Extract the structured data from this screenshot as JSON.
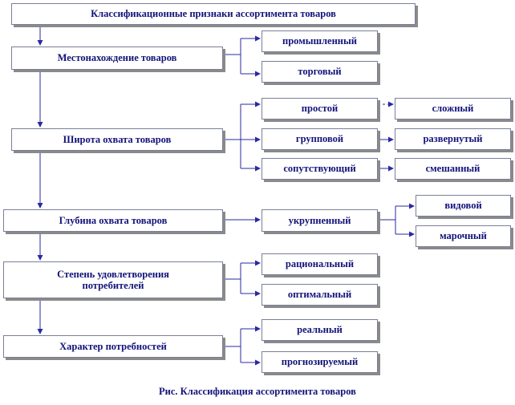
{
  "title": "Классификационные признаки ассортимента товаров",
  "groups": {
    "location": {
      "label": "Местонахождение товаров",
      "items": [
        "промышленный",
        "торговый"
      ]
    },
    "breadth": {
      "label": "Широта охвата товаров",
      "items": [
        "простой",
        "групповой",
        "сопутствующий"
      ],
      "sub_items": [
        "сложный",
        "развернутый",
        "смешанный"
      ]
    },
    "depth": {
      "label": "Глубина охвата товаров",
      "items": [
        "укрупненный"
      ],
      "sub_items": [
        "видовой",
        "марочный"
      ]
    },
    "satisfaction": {
      "label": "Степень удовлетворения потребителей",
      "items": [
        "рациональный",
        "оптимальный"
      ]
    },
    "needs": {
      "label": "Характер потребностей",
      "items": [
        "реальный",
        "прогнозируемый"
      ]
    }
  },
  "caption": "Рис. Классификация ассортимента товаров",
  "colors": {
    "text": "#13137a",
    "border": "#7a7f9a",
    "line": "#2a2aa0",
    "shadow": "#8a8a8a"
  }
}
